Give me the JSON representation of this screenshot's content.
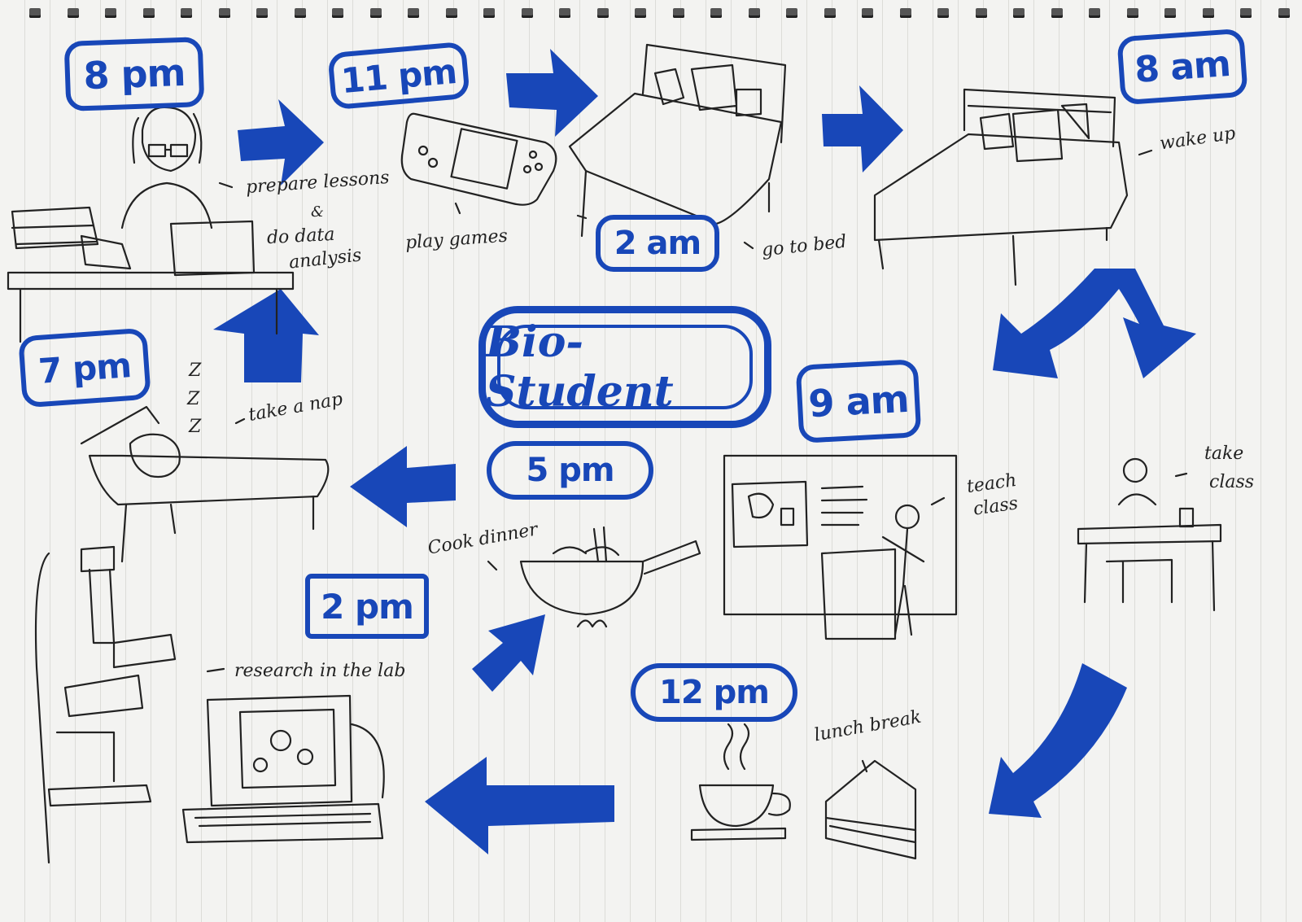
{
  "title": "Bio-Student",
  "times": {
    "t8pm": "8 pm",
    "t11pm": "11 pm",
    "t2am": "2 am",
    "t8am": "8 am",
    "t7pm": "7 pm",
    "t9am": "9 am",
    "t5pm": "5 pm",
    "t2pm": "2 pm",
    "t12pm": "12 pm"
  },
  "activities": {
    "prepare": "prepare lessons",
    "amp": "&",
    "data1": "do data",
    "data2": "analysis",
    "games": "play games",
    "bed": "go to bed",
    "wake": "wake up",
    "nap": "take a nap",
    "dinner": "Cook dinner",
    "teach1": "teach",
    "teach2": "class",
    "take1": "take",
    "take2": "class",
    "research": "research in the lab",
    "lunch": "lunch break"
  },
  "zzz": [
    "Z",
    "Z",
    "Z"
  ],
  "colors": {
    "ink": "#1847b8",
    "pen": "#222222",
    "paper": "#f3f3f1"
  }
}
